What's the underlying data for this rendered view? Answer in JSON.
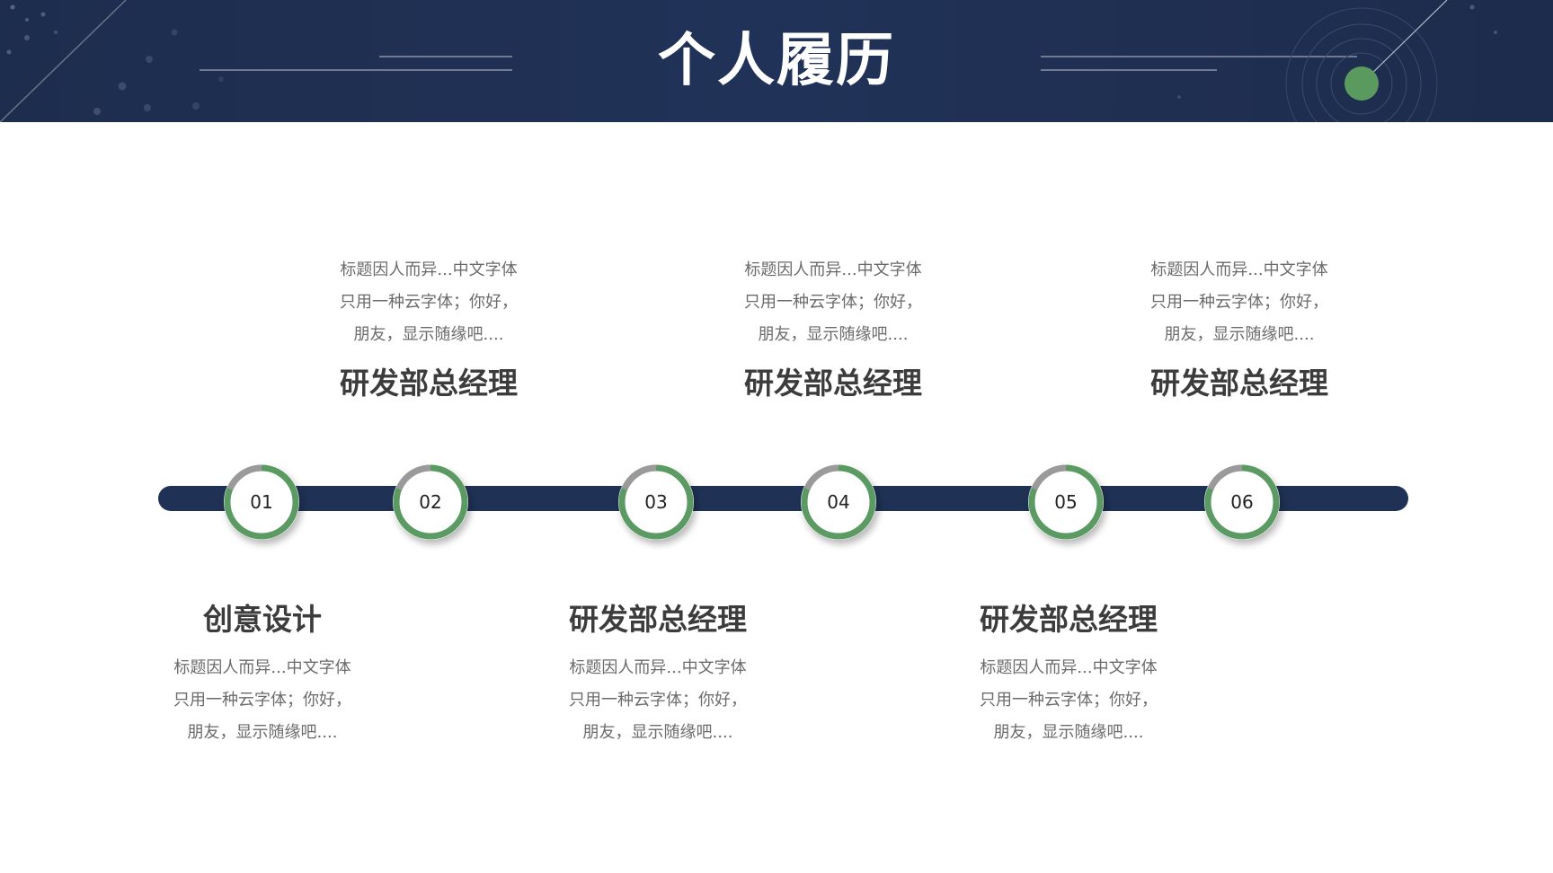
{
  "title": "个人履历",
  "colors": {
    "header_bg": "#1f3155",
    "accent_green": "#5b9a63",
    "ring_gray": "#9a9a9a",
    "bar": "#1f3255"
  },
  "nodes": [
    {
      "num": "01"
    },
    {
      "num": "02"
    },
    {
      "num": "03"
    },
    {
      "num": "04"
    },
    {
      "num": "05"
    },
    {
      "num": "06"
    }
  ],
  "top_items": [
    {
      "desc": [
        "标题因人而异...中文字体",
        "只用一种云字体；你好，",
        "朋友，显示随缘吧...."
      ],
      "heading": "研发部总经理"
    },
    {
      "desc": [
        "标题因人而异...中文字体",
        "只用一种云字体；你好，",
        "朋友，显示随缘吧...."
      ],
      "heading": "研发部总经理"
    },
    {
      "desc": [
        "标题因人而异...中文字体",
        "只用一种云字体；你好，",
        "朋友，显示随缘吧...."
      ],
      "heading": "研发部总经理"
    }
  ],
  "bottom_items": [
    {
      "heading": "创意设计",
      "desc": [
        "标题因人而异...中文字体",
        "只用一种云字体；你好，",
        "朋友，显示随缘吧...."
      ]
    },
    {
      "heading": "研发部总经理",
      "desc": [
        "标题因人而异...中文字体",
        "只用一种云字体；你好，",
        "朋友，显示随缘吧...."
      ]
    },
    {
      "heading": "研发部总经理",
      "desc": [
        "标题因人而异...中文字体",
        "只用一种云字体；你好，",
        "朋友，显示随缘吧...."
      ]
    }
  ]
}
